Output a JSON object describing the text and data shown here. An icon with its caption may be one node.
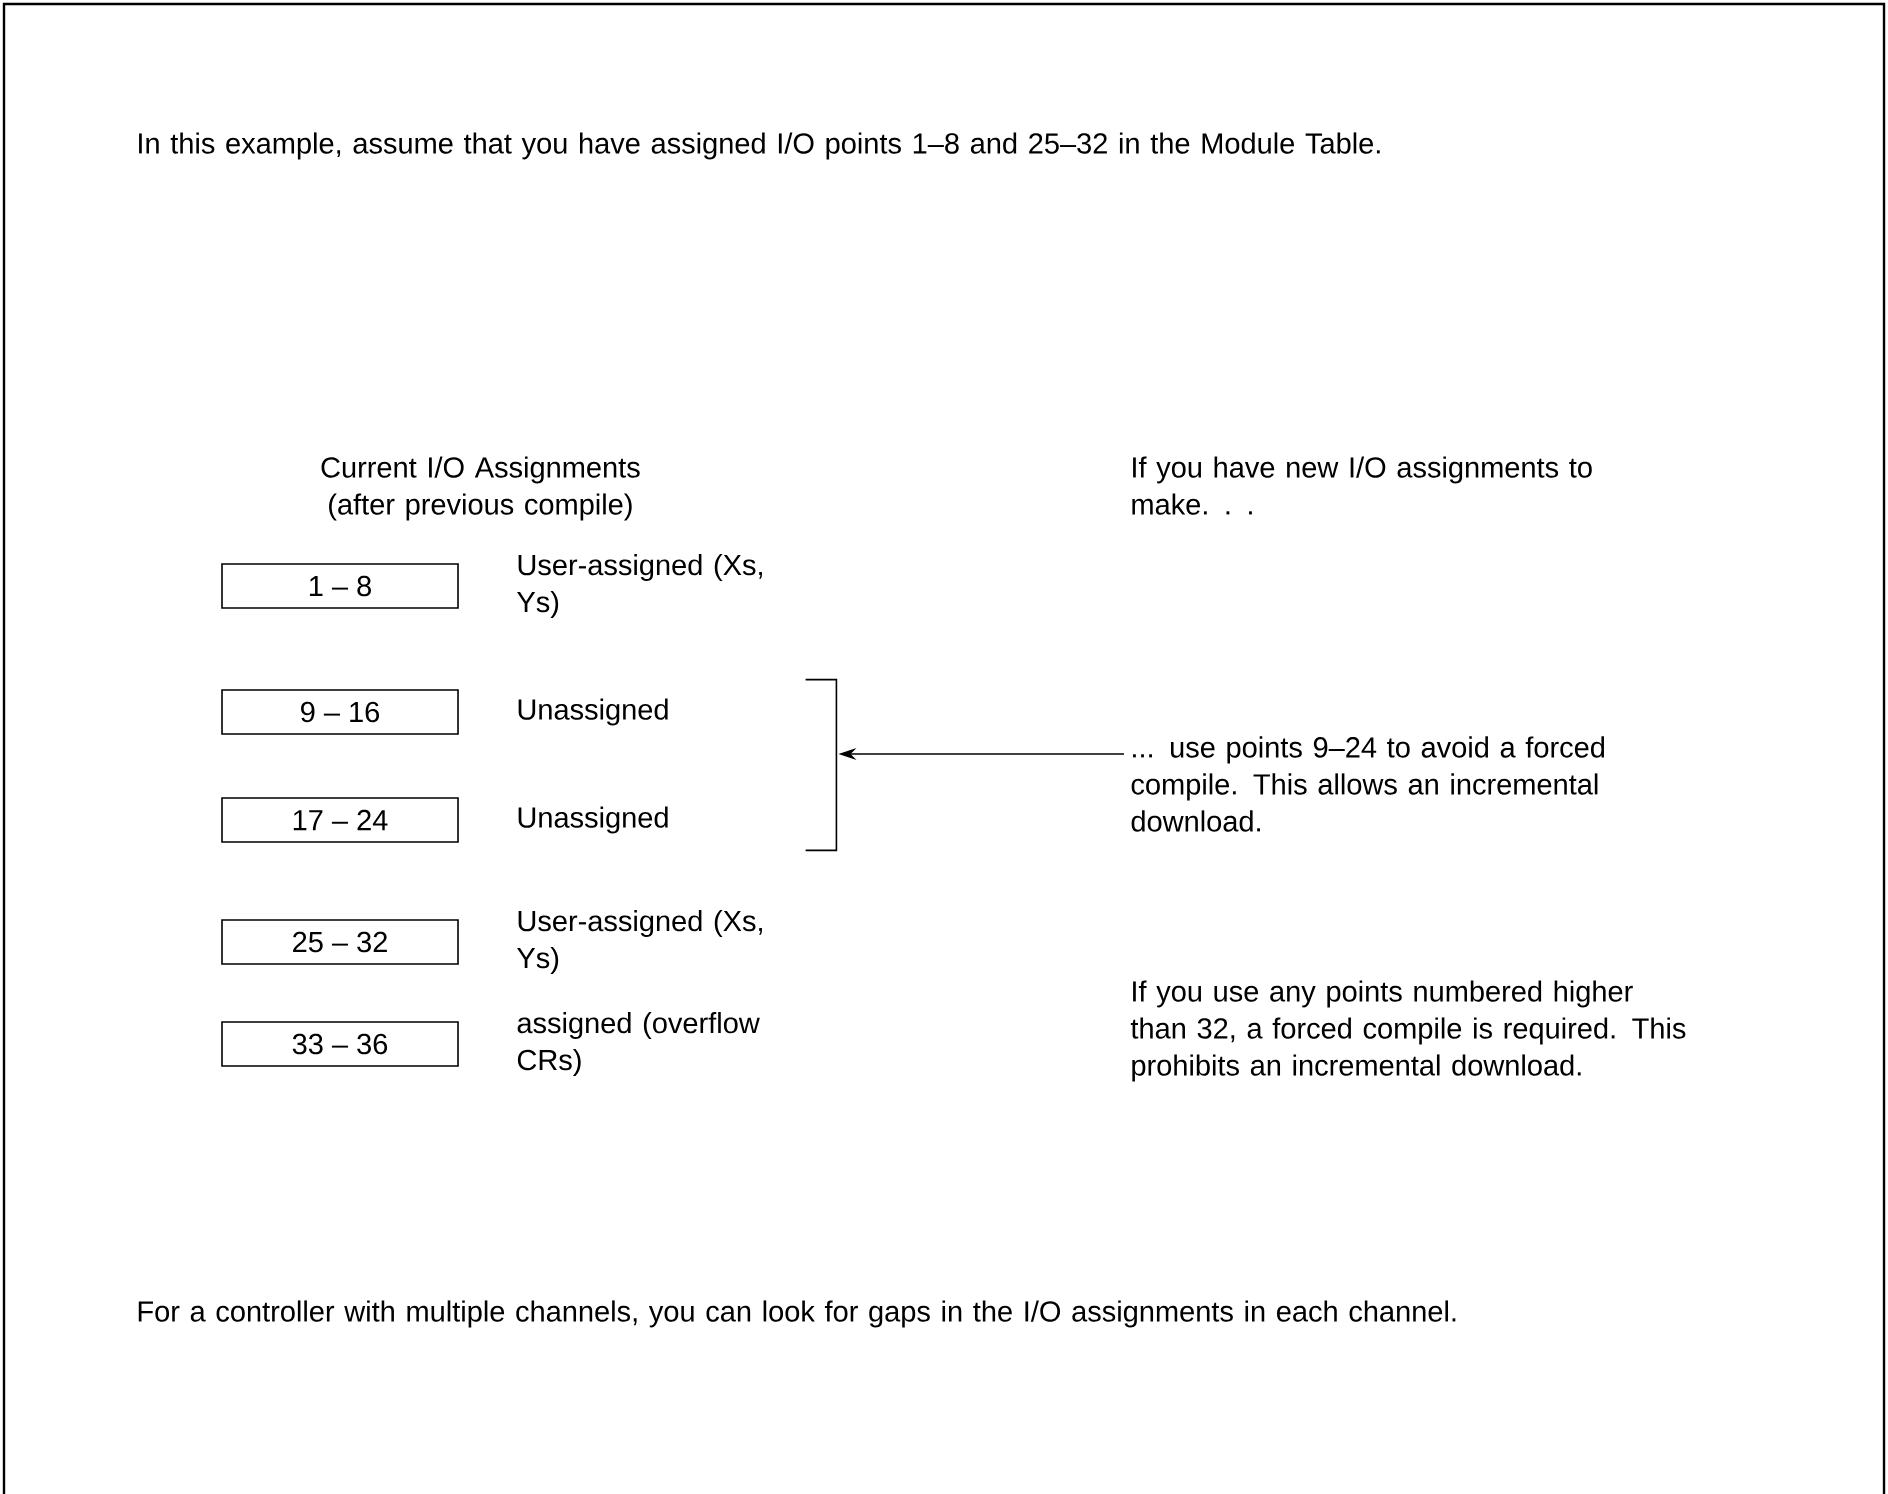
{
  "diagram": {
    "nodes": [
      {
        "text": [
          "1 – 8"
        ],
        "beside": [
          "User-assigned (Xs, Ys)"
        ]
      },
      {
        "text": [
          "9 – 16"
        ],
        "beside": [
          "Unassigned"
        ]
      },
      {
        "text": [
          "17 – 24"
        ],
        "beside": [
          "Unassigned"
        ]
      },
      {
        "text": [
          "25 – 32"
        ],
        "beside": [
          "User-assigned (Xs, Ys)"
        ]
      },
      {
        "text": [
          "33 – 36"
        ],
        "beside": [
          "assigned (overflow CRs)"
        ]
      },
      {
        "text": [
          "... use points 9–24 to avoid a forced compile. This allows an incremental download."
        ]
      },
      {
        "text": [],
        "shape": "bracket"
      }
    ],
    "edges": [
      {
        "from": 5,
        "to": 6,
        "arrow": "to"
      }
    ],
    "labels": [
      "In this example, assume that you have assigned I/O points 1–8 and 25–32 in the Module Table.",
      "Current I/O Assignments (after previous compile)",
      "If you have new I/O assignments to make. . .",
      "If you use any points numbered higher than 32, a forced compile is required. This prohibits an incremental download.",
      "For a controller with multiple channels, you can look for gaps in the I/O assignments in each channel."
    ]
  }
}
